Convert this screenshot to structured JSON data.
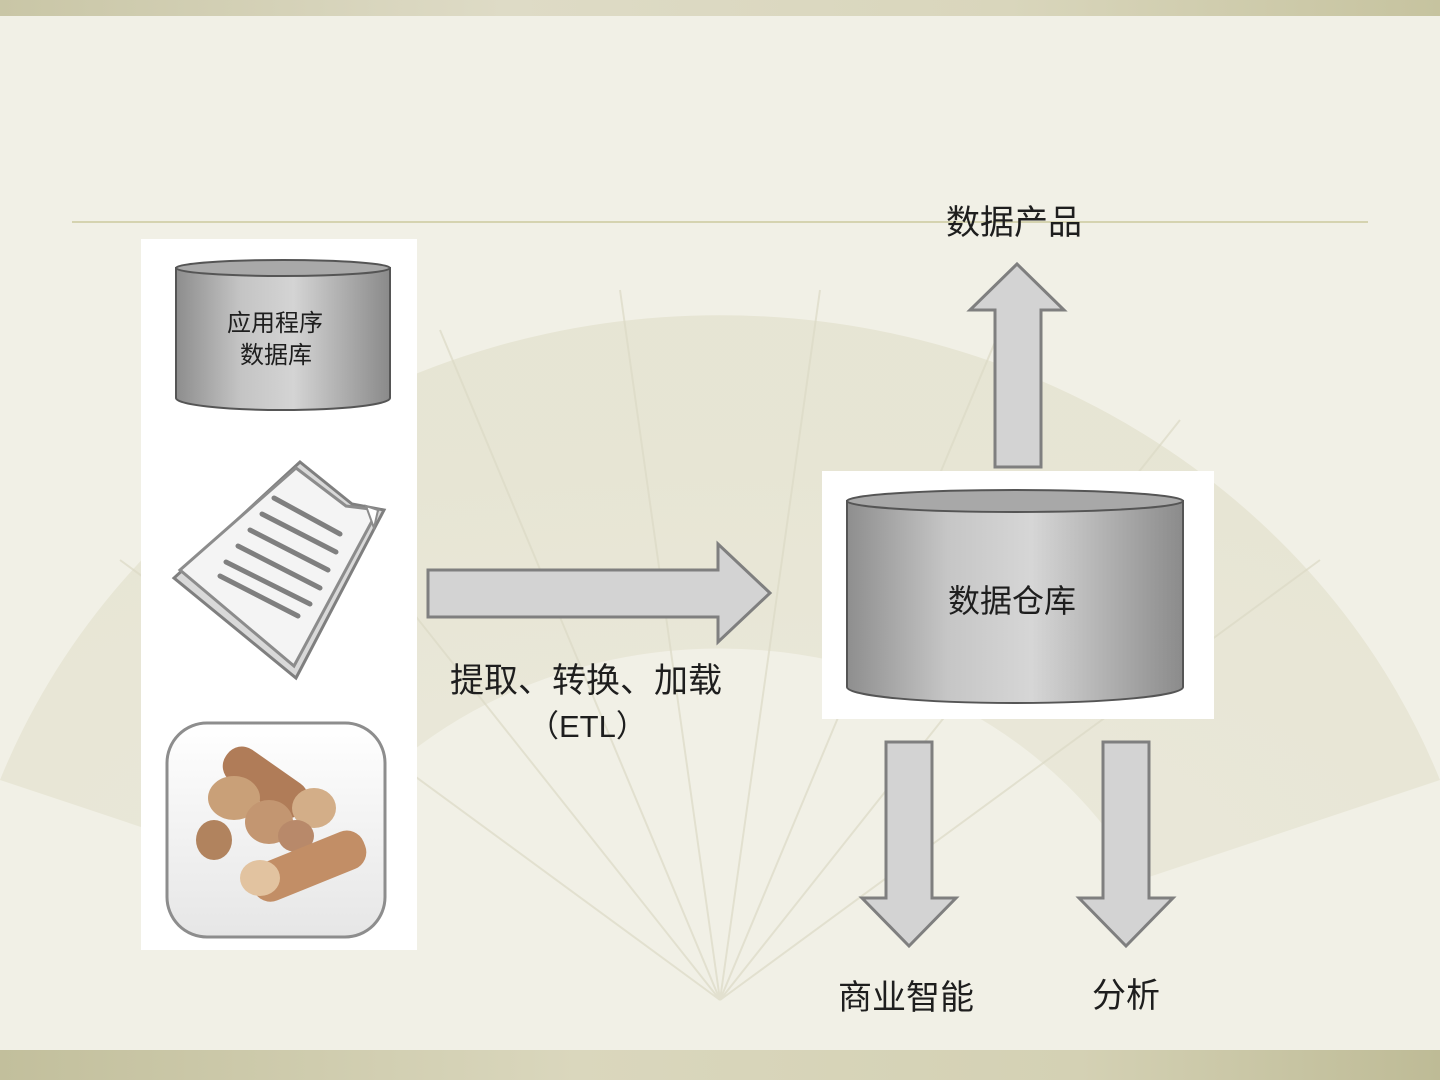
{
  "diagram": {
    "sources": {
      "app_db_line1": "应用程序",
      "app_db_line2": "数据库"
    },
    "etl": {
      "label_line1": "提取、转换、加载",
      "label_line2": "（ETL）"
    },
    "warehouse": {
      "label": "数据仓库"
    },
    "outputs": {
      "top": "数据产品",
      "bottom_left": "商业智能",
      "bottom_right": "分析"
    }
  },
  "colors": {
    "background": "#f1f0e6",
    "arrow_fill": "#d3d3d3",
    "arrow_stroke": "#7f7f7f",
    "cylinder": "#b9b9b9"
  }
}
